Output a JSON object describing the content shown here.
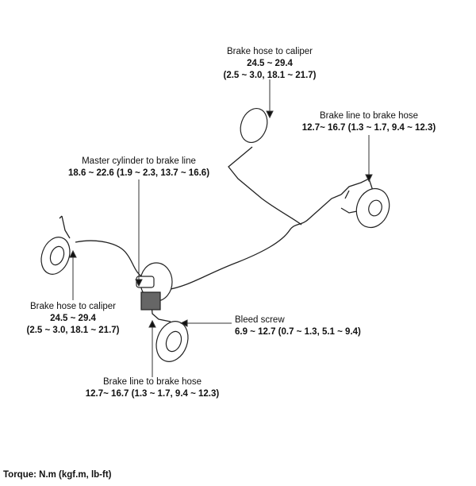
{
  "labels": {
    "rear_caliper": {
      "title": "Brake hose to caliper",
      "torque": "24.5 ~ 29.4",
      "alt": "(2.5 ~ 3.0, 18.1 ~ 21.7)"
    },
    "rear_line_hose": {
      "title": "Brake line to brake hose",
      "torque": "12.7~ 16.7 (1.3 ~ 1.7, 9.4 ~ 12.3)"
    },
    "master_cylinder": {
      "title": "Master cylinder to brake line",
      "torque": "18.6 ~ 22.6 (1.9 ~ 2.3, 13.7 ~ 16.6)"
    },
    "front_caliper": {
      "title": "Brake hose to caliper",
      "torque": "24.5 ~ 29.4",
      "alt": "(2.5 ~ 3.0, 18.1 ~ 21.7)"
    },
    "bleed_screw": {
      "title": "Bleed screw",
      "torque": "6.9 ~ 12.7 (0.7 ~ 1.3, 5.1 ~ 9.4)"
    },
    "front_line_hose": {
      "title": "Brake line to brake hose",
      "torque": "12.7~ 16.7 (1.3 ~ 1.7, 9.4 ~ 12.3)"
    }
  },
  "footer": {
    "units": "Torque: N.m (kgf.m, lb-ft)"
  }
}
